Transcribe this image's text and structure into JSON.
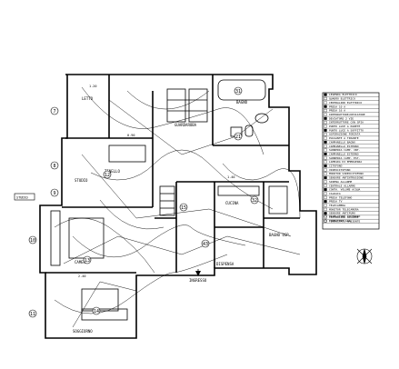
{
  "drawing": {
    "room_labels": {
      "dispensa": "DISPENSA",
      "ingresso": "INGRESSO",
      "guardaroba": "GUARDAROBA",
      "studio": "STUDIO",
      "tinello": "TINELLO",
      "letto": "LETTO",
      "bagno": "BAGNO",
      "cucina": "CUCINA",
      "camera": "CAMERA",
      "soggiorno": "SOGGIORNO",
      "bagno2": "BAGNO OSP.",
      "side_tag": "STUDIO"
    },
    "circle_numbers": [
      "7",
      "8",
      "9",
      "10",
      "11",
      "12",
      "13",
      "14",
      "15",
      "21",
      "31",
      "32",
      "43"
    ],
    "dimension_marks": [
      "1.20",
      "0.90",
      "2.40",
      "1.40"
    ]
  },
  "legend": {
    "title": "LEGENDA ELETTRICO",
    "rows": [
      "QUADRO ELETTRICO",
      "CENTRALINO ELETTRICO",
      "PRESA 10 A",
      "PRESA 16 A",
      "INTERRUTTORE/DEVIATORE",
      "DEVIATORE 2 VIE",
      "INTERRUTTORE CON SPIA",
      "PUNTO LUCE A PARETE",
      "PUNTO LUCE A SOFFITTO",
      "ASPIRAZIONE FORZATA",
      "PULSANTE A TIRANTE",
      "CAMPANELLO BAGNO",
      "CAMPANELLO ESTERNO",
      "SUONERIA CAMP. INT.",
      "CAMPANELLO ESTERNO",
      "SUONERIA CAMP. EST.",
      "LAMPADA DI EMERGENZA",
      "CITOFONO",
      "VIDEOCITOFONO",
      "MONITOR VIDEOCITOFONO",
      "SENSORE ANTINTRUSIONE",
      "SIRENA ALLARME",
      "CENTRALE ALLARME",
      "CONTA. VOLUME ACQUA",
      "CALDAIA",
      "PRESA TELEFONO",
      "PRESA TV",
      "TELECAMERA",
      "MONITOR TELECAMERA",
      "SENSORE ANTIFUMO",
      "CENTRALINA ALLARME",
      "TERMOSTATO AMBIENTE"
    ],
    "extra_rows": [
      "RIVELATORE INCENDIO",
      "CONTATORE GAS"
    ]
  }
}
